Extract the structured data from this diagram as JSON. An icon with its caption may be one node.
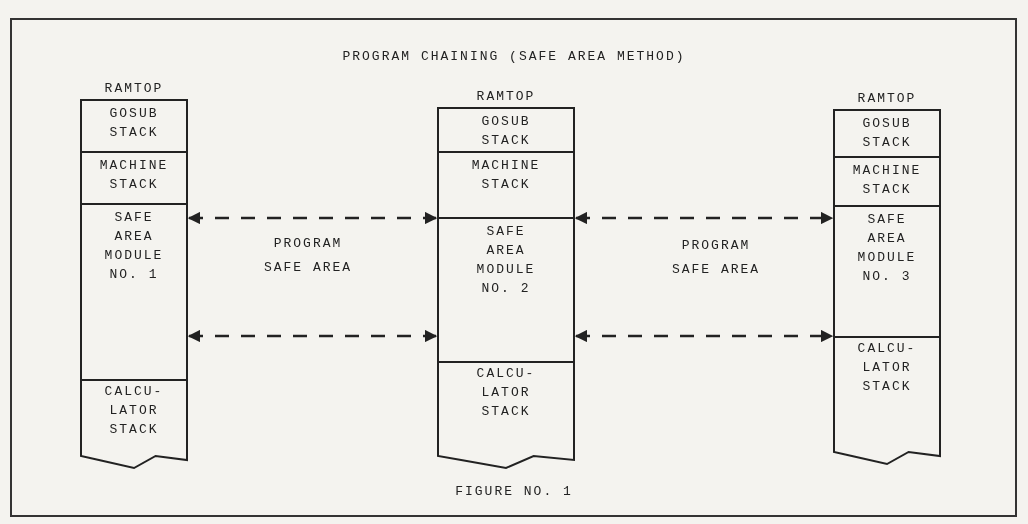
{
  "diagram": {
    "title": "PROGRAM CHAINING (SAFE AREA METHOD)",
    "caption": "FIGURE NO. 1",
    "nodes": [
      {
        "text": [
          "GOSUB STACK"
        ],
        "beside": [
          "RAMTOP"
        ]
      },
      {
        "text": [
          "MACHINE STACK"
        ]
      },
      {
        "text": [
          "SAFE AREA MODULE NO. 1"
        ]
      },
      {
        "text": [
          "CALCU- LATOR STACK"
        ]
      },
      {
        "text": [
          "GOSUB STACK"
        ],
        "beside": [
          "RAMTOP"
        ]
      },
      {
        "text": [
          "MACHINE STACK"
        ]
      },
      {
        "text": [
          "SAFE AREA MODULE NO. 2"
        ]
      },
      {
        "text": [
          "CALCU- LATOR STACK"
        ]
      },
      {
        "text": [
          "GOSUB STACK"
        ],
        "beside": [
          "RAMTOP"
        ]
      },
      {
        "text": [
          "MACHINE STACK"
        ]
      },
      {
        "text": [
          "SAFE AREA MODULE NO. 3"
        ]
      },
      {
        "text": [
          "CALCU- LATOR STACK"
        ]
      }
    ],
    "edges": [
      {
        "from": 2,
        "to": 6,
        "arrow": "both",
        "style": "dashed"
      },
      {
        "from": 2,
        "to": 6,
        "arrow": "both",
        "style": "dashed"
      },
      {
        "from": 6,
        "to": 10,
        "arrow": "both",
        "style": "dashed"
      },
      {
        "from": 6,
        "to": 10,
        "arrow": "both",
        "style": "dashed"
      }
    ],
    "labels": [
      "PROGRAM SAFE AREA",
      "PROGRAM SAFE AREA"
    ]
  }
}
